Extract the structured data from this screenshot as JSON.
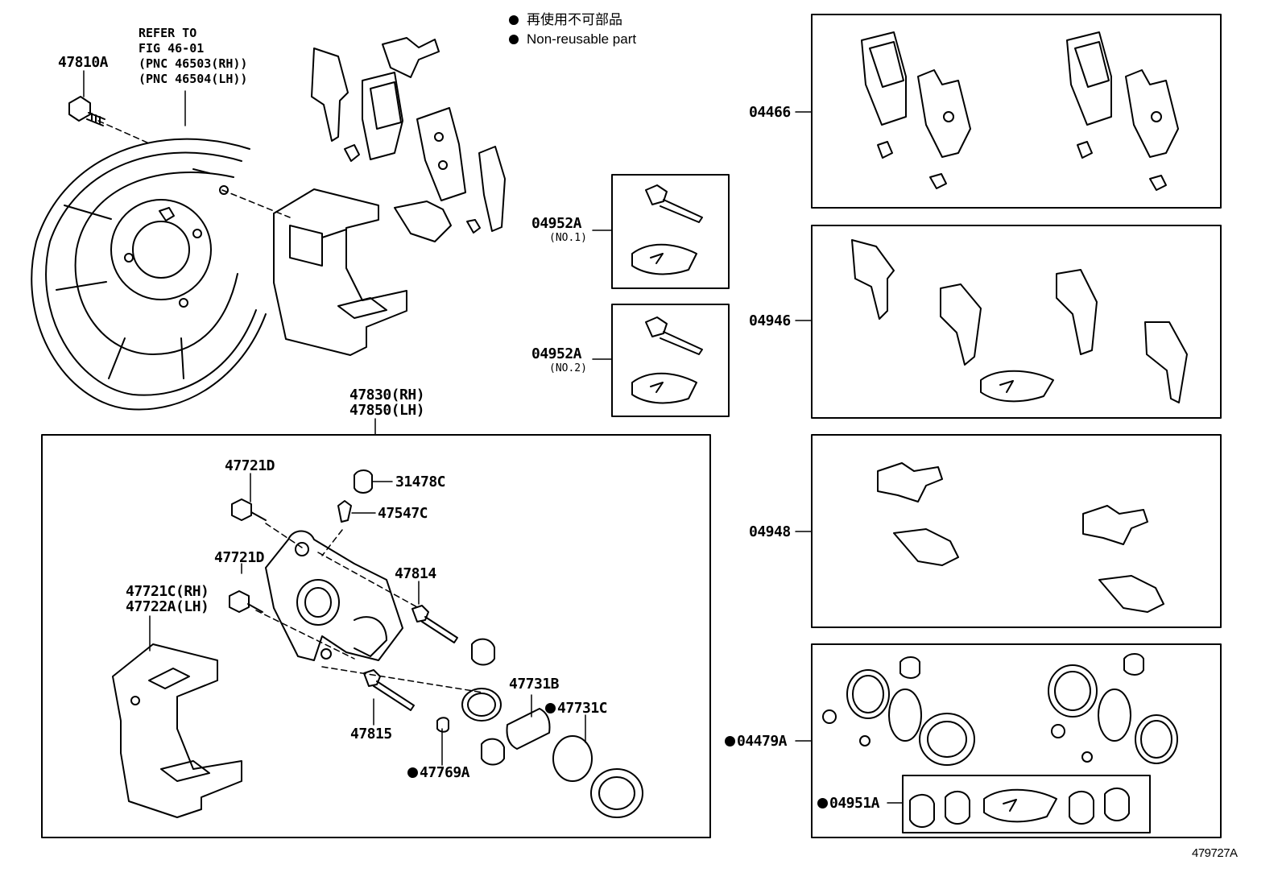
{
  "legend": {
    "jp_text": "再使用不可部品",
    "en_text": "Non-reusable part"
  },
  "refer_note": [
    "REFER TO",
    "FIG 46-01",
    "(PNC 46503(RH))",
    "(PNC 46504(LH))"
  ],
  "labels": {
    "p47810A": "47810A",
    "p47830": "47830(RH)",
    "p47850": "47850(LH)",
    "p47721D_a": "47721D",
    "p31478C": "31478C",
    "p47547C": "47547C",
    "p47721D_b": "47721D",
    "p47814": "47814",
    "p47721C": "47721C(RH)",
    "p47722A": "47722A(LH)",
    "p47731B": "47731B",
    "p47731C": "47731C",
    "p47815": "47815",
    "p47769A": "47769A",
    "p04952A_1": "04952A",
    "p04952A_1_sub": "(NO.1)",
    "p04952A_2": "04952A",
    "p04952A_2_sub": "(NO.2)",
    "p04466": "04466",
    "p04946": "04946",
    "p04948": "04948",
    "p04479A": "04479A",
    "p04951A": "04951A"
  },
  "figure_id": "479727A"
}
